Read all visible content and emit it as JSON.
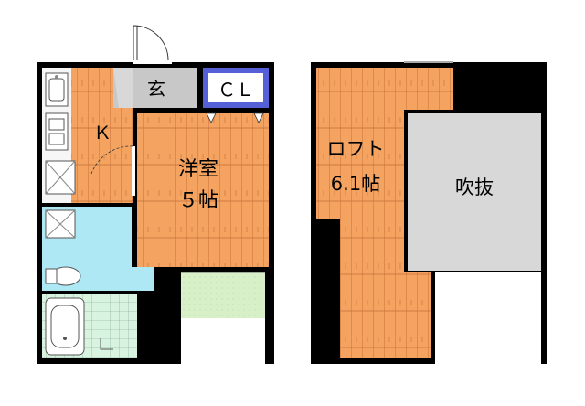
{
  "rooms": {
    "entrance": "玄",
    "closet": "ＣＬ",
    "kitchen": "Ｋ",
    "western_room_name": "洋室",
    "western_room_size": "５帖",
    "loft_name": "ロフト",
    "loft_size": "6.1帖",
    "atrium": "吹抜"
  },
  "colors": {
    "wall": "#000000",
    "wood_floor": "#f4a460",
    "wood_line": "#c8703a",
    "tile_blue": "#aee8f4",
    "closet_blue": "#5560d8",
    "entrance_gray": "#c8c8c8",
    "balcony_green": "#d8f0c8",
    "atrium_gray": "#d8d8d8"
  }
}
